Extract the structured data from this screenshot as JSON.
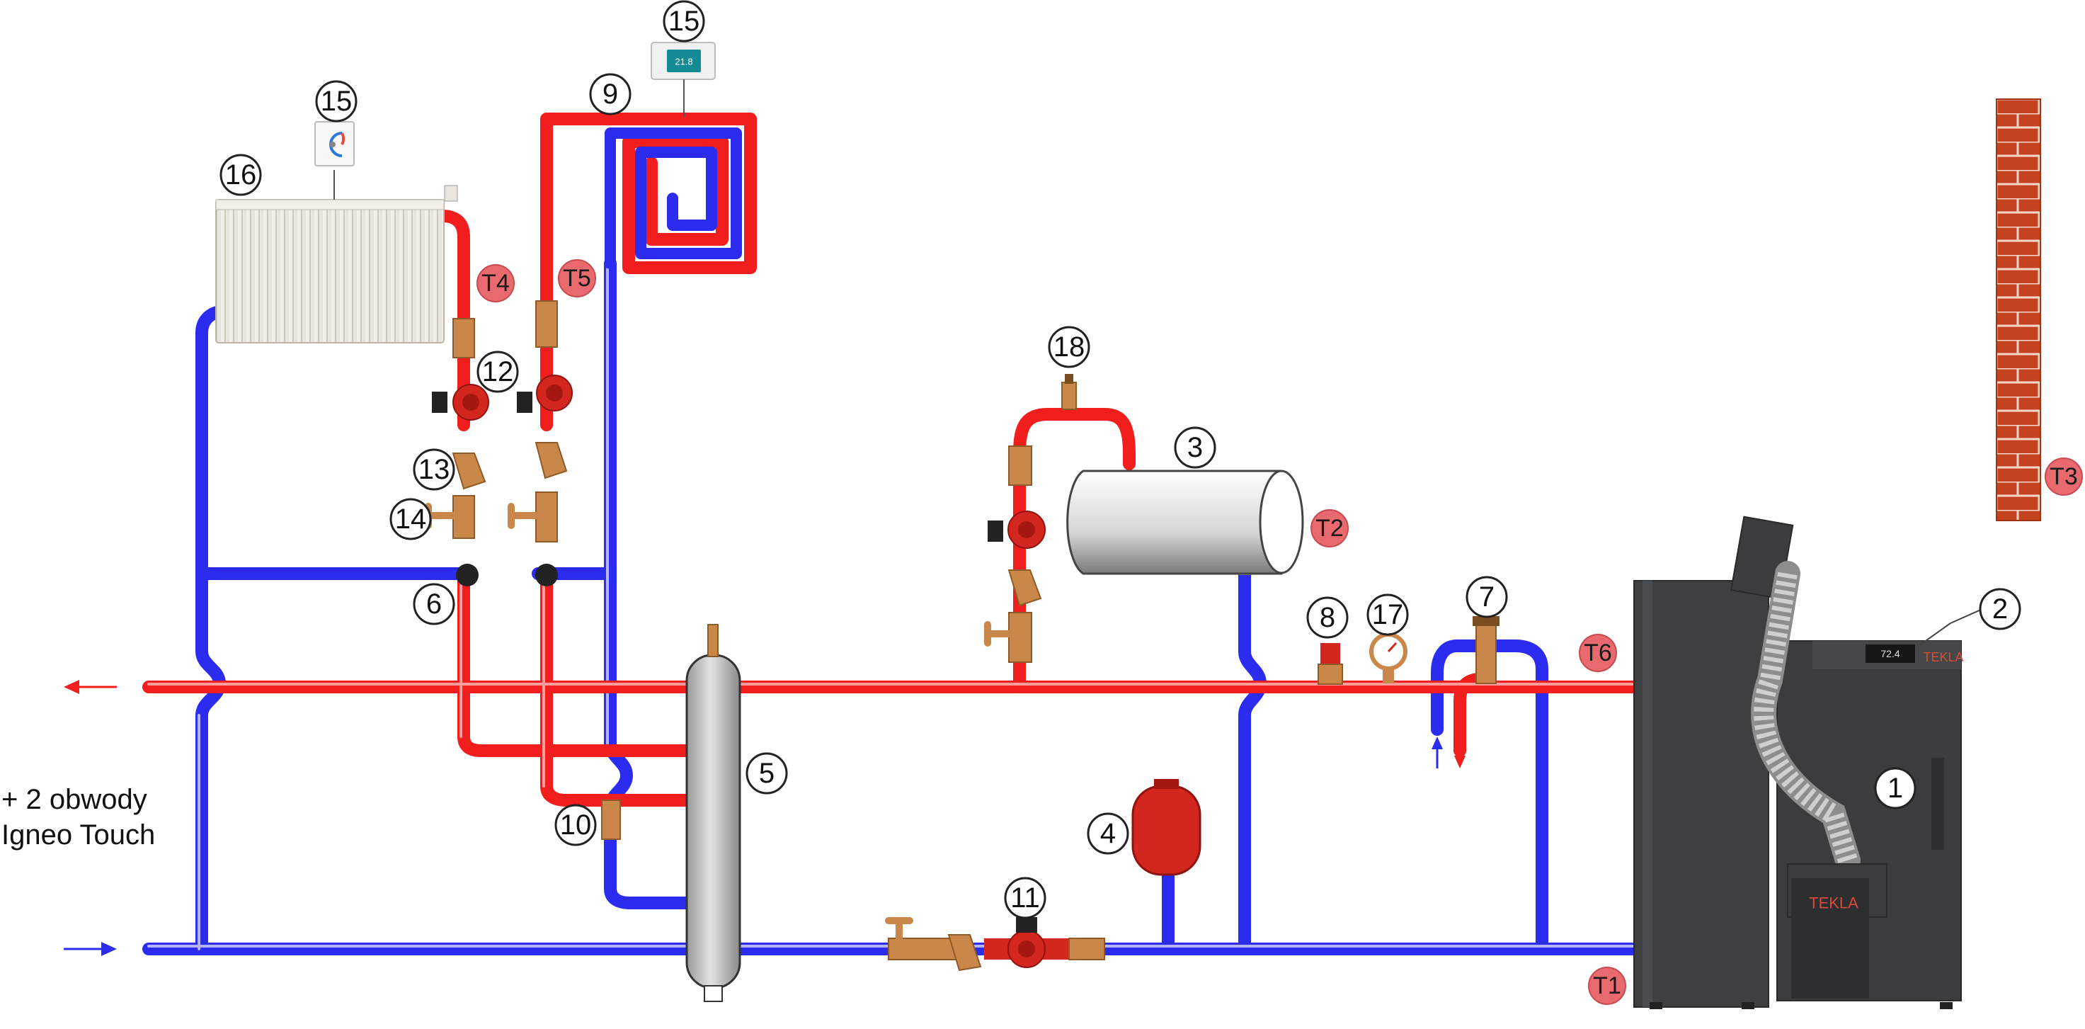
{
  "colors": {
    "supply": "#f21d1d",
    "return": "#2c2cf0",
    "boiler_body": "#3a3c3e",
    "brass": "#c9874a",
    "brick": "#c4421f",
    "badge": "#e86a6e"
  },
  "labels": {
    "n1": "1",
    "n2": "2",
    "n3": "3",
    "n4": "4",
    "n5": "5",
    "n6": "6",
    "n7": "7",
    "n8": "8",
    "n9": "9",
    "n10": "10",
    "n11": "11",
    "n12": "12",
    "n13": "13",
    "n14": "14",
    "n15a": "15",
    "n15b": "15",
    "n16": "16",
    "n17": "17",
    "n18": "18"
  },
  "sensors": {
    "t1": "T1",
    "t2": "T2",
    "t3": "T3",
    "t4": "T4",
    "t5": "T5",
    "t6": "T6"
  },
  "side_note": {
    "line1": "+ 2 obwody",
    "line2": "Igneo Touch"
  },
  "boiler": {
    "brand": "TEKLA",
    "burner_brand": "TEKLA",
    "display_value": "72.4"
  },
  "thermostat": {
    "display_value": "21.8"
  }
}
